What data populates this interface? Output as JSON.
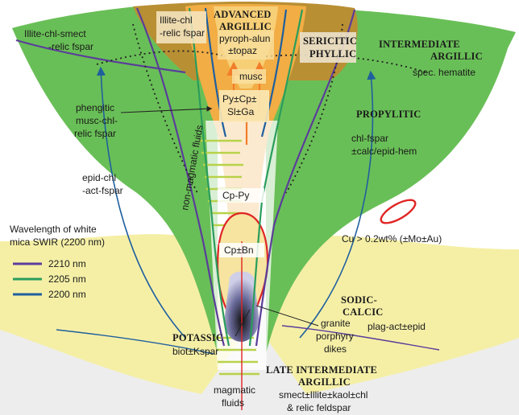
{
  "colors": {
    "propylitic_green": "#69bf57",
    "sodic_yellow": "#f5efa6",
    "argillic_brown": "#b98f34",
    "advanced_orange": "#f2ad45",
    "potassic_gray": "#f2f2f2",
    "line_2210": "#5a3d9a",
    "line_2205": "#2a9d5c",
    "line_2200": "#1f5f9e",
    "ore_red": "#e02424"
  },
  "zones": {
    "advanced_argillic_1": "ADVANCED",
    "advanced_argillic_2": "ARGILLIC",
    "sericitic_phyllic_1": "SERICITIC",
    "sericitic_phyllic_2": "PHYLLIC",
    "intermediate_argillic_1": "INTERMEDIATE",
    "intermediate_argillic_2": "ARGILLIC",
    "propylitic": "PROPYLITIC",
    "sodic_calcic_1": "SODIC-",
    "sodic_calcic_2": "CALCIC",
    "potassic": "POTASSIC",
    "late_intermediate_1": "LATE INTERMEDIATE",
    "late_intermediate_2": "ARGILLIC"
  },
  "labels": {
    "illite_chl_1": "Illite-chl",
    "illite_chl_2": "-relic fspar",
    "illite_chl_smect_1": "Illite-chl-smect",
    "illite_chl_smect_2": "-relic fspar",
    "pyroph_1": "pyroph-alun",
    "pyroph_2": "±topaz",
    "musc": "musc",
    "spec_hematite": "spec. hematite",
    "py_cp_1": "Py±Cp±",
    "py_cp_2": "Sl±Ga",
    "phengitic_1": "phengitic",
    "phengitic_2": "musc-chl-",
    "phengitic_3": "relic fspar",
    "chl_fspar_1": "chl-fspar",
    "chl_fspar_2": "±calc/epid-hem",
    "epid_chl_1": "epid-chl",
    "epid_chl_2": "-act-fspar",
    "non_magmatic": "non-magmatic fluids",
    "cp_py": "Cp-Py",
    "cp_bn": "Cp±Bn",
    "cu_note": "Cu > 0.2wt% (±Mo±Au)",
    "plag_act": "plag-act±epid",
    "granite_1": "granite",
    "granite_2": "porphyry",
    "granite_3": "dikes",
    "biot": "biot±Kspar",
    "magmatic_1": "magmatic",
    "magmatic_2": "fluids",
    "smect_1": "smect±Illite±kaol±chl",
    "smect_2": "& relic feldspar"
  },
  "legend": {
    "title_1": "Wavelength of white",
    "title_2": "mica SWIR (2200 nm)",
    "items": [
      "2210 nm",
      "2205 nm",
      "2200 nm"
    ]
  }
}
